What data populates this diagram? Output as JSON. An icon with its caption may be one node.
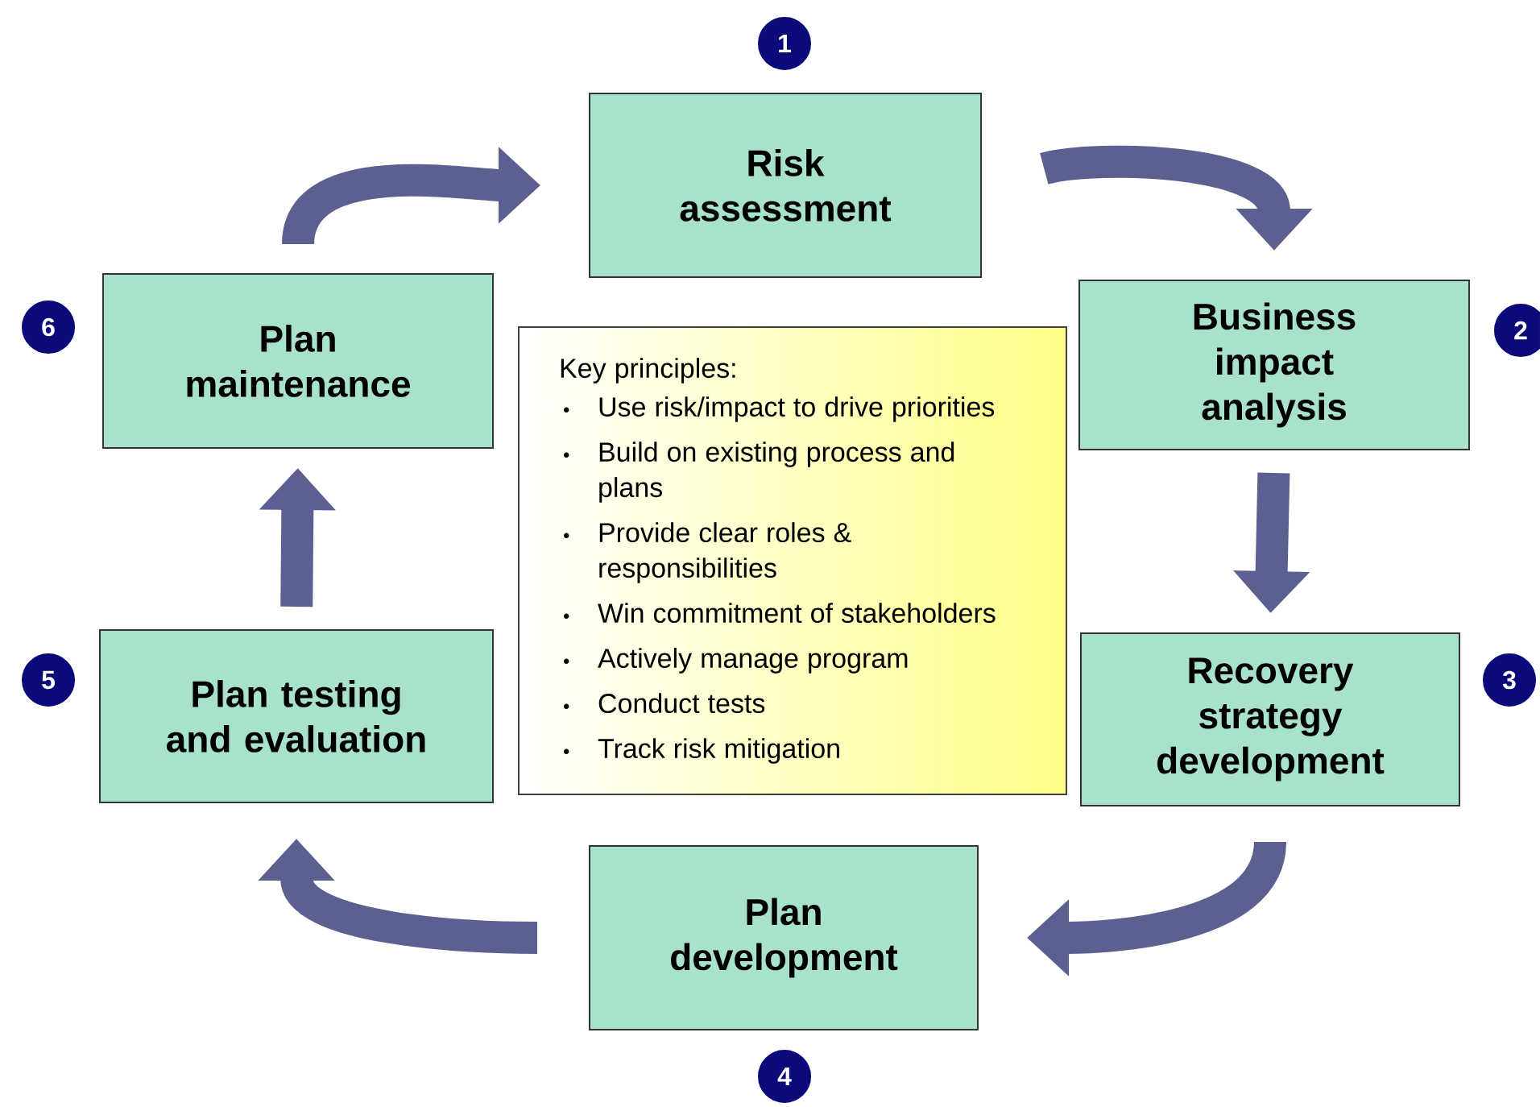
{
  "diagram": {
    "nodes": [
      {
        "text": [
          "Risk assessment"
        ],
        "beside": [
          "1"
        ]
      },
      {
        "text": [
          "Business impact analysis"
        ],
        "beside": [
          "2"
        ]
      },
      {
        "text": [
          "Recovery strategy development"
        ],
        "beside": [
          "3"
        ]
      },
      {
        "text": [
          "Plan development"
        ],
        "beside": [
          "4"
        ]
      },
      {
        "text": [
          "Plan testing and evaluation"
        ],
        "beside": [
          "5"
        ]
      },
      {
        "text": [
          "Plan maintenance"
        ],
        "beside": [
          "6"
        ]
      },
      {
        "text": [
          "Key principles:",
          "Use risk/impact to drive priorities",
          "Build on existing process and plans",
          "Provide clear roles & responsibilities",
          "Win commitment of stakeholders",
          "Actively manage program",
          "Conduct tests",
          "Track risk mitigation"
        ]
      }
    ],
    "edges": [
      {
        "from": 0,
        "to": 1,
        "arrow": "to"
      },
      {
        "from": 1,
        "to": 2,
        "arrow": "to"
      },
      {
        "from": 2,
        "to": 3,
        "arrow": "to"
      },
      {
        "from": 3,
        "to": 4,
        "arrow": "to"
      },
      {
        "from": 4,
        "to": 5,
        "arrow": "to"
      },
      {
        "from": 5,
        "to": 0,
        "arrow": "to"
      }
    ]
  }
}
